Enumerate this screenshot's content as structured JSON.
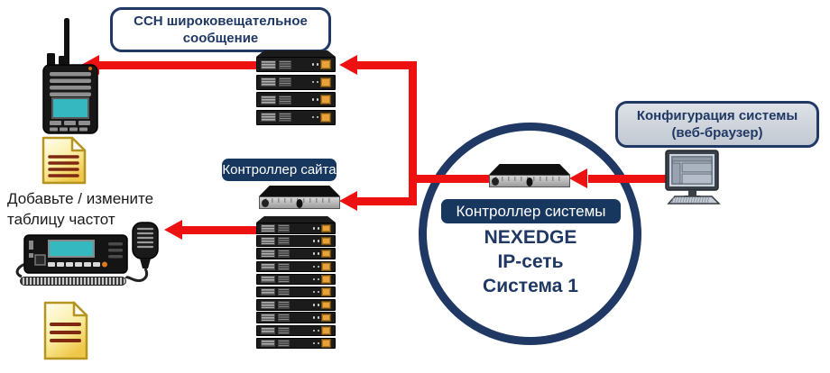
{
  "callouts": {
    "cch": {
      "line1": "ССН широковещательное",
      "line2": "сообщение"
    },
    "config": {
      "line1": "Конфигурация системы",
      "line2": "(веб-браузер)"
    }
  },
  "badges": {
    "site_controller": "Контроллер сайта",
    "system_controller": "Контроллер системы"
  },
  "circle": {
    "line1": "NEXEDGE",
    "line2": "IP-сеть",
    "line3": "Система 1"
  },
  "note": {
    "line1": "Добавьте / измените",
    "line2": "таблицу частот"
  },
  "stacks": {
    "top_units": 4,
    "bottom_units": 10
  },
  "icons": {
    "handheld_radio": "portable-radio-icon",
    "mobile_radio": "mobile-radio-with-mic-icon",
    "document_top": "frequency-table-document-icon",
    "document_bottom": "frequency-table-document-icon",
    "computer": "desktop-computer-icon",
    "repeater_unit": "repeater-unit-icon",
    "controller_unit": "controller-1u-icon"
  },
  "colors": {
    "navy": "#1F3864",
    "navy_badge": "#17375E",
    "red": "#EE1111",
    "amber": "#E8A238",
    "screen_teal": "#35B8BF",
    "document_yellow": "#F3CE56",
    "callout_gray": "#C9CFD8"
  }
}
